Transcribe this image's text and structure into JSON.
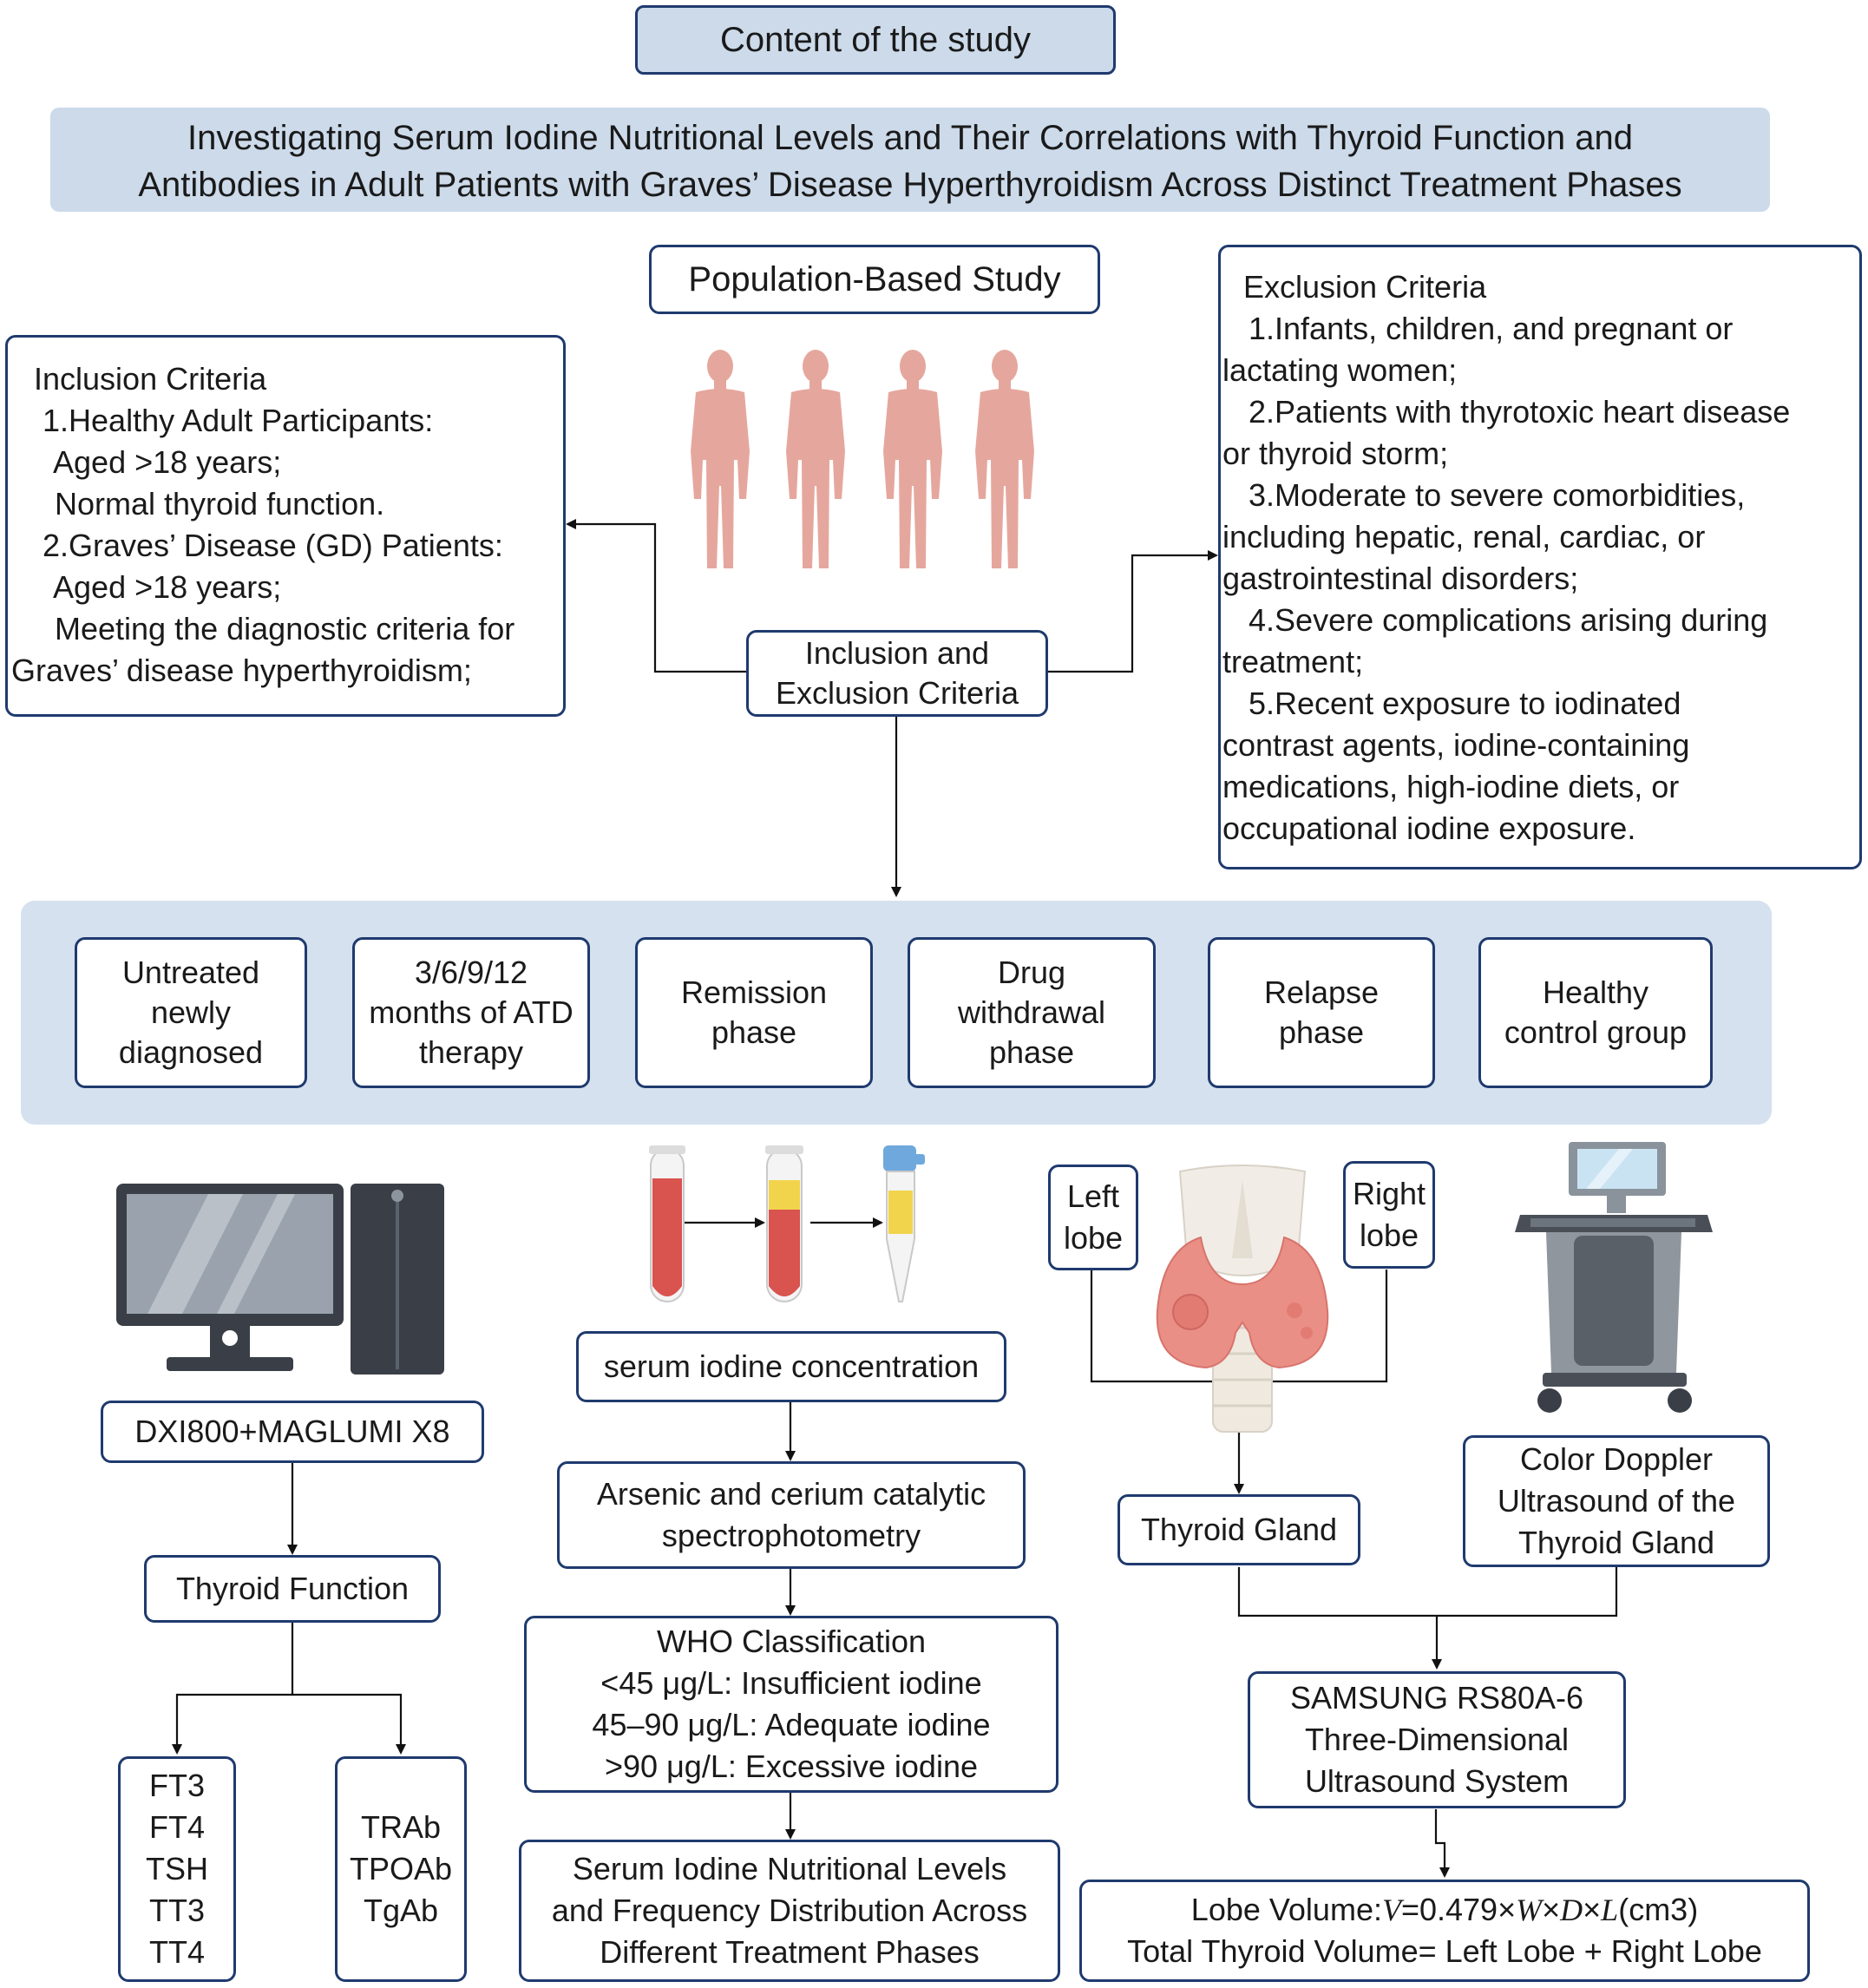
{
  "title": "Content of the study",
  "main_heading": [
    "Investigating Serum Iodine Nutritional Levels and Their Correlations with Thyroid Function and",
    "Antibodies in Adult Patients with Graves’ Disease Hyperthyroidism Across Distinct Treatment Phases"
  ],
  "population_label": "Population-Based Study",
  "criteria_center": [
    "Inclusion and",
    "Exclusion Criteria"
  ],
  "inclusion": {
    "heading": "Inclusion Criteria",
    "lines": [
      " 1.Healthy Adult Participants:",
      "  Aged >18 years;",
      "  Normal thyroid function.",
      " 2.Graves’ Disease (GD) Patients:",
      "  Aged >18 years;",
      "  Meeting the diagnostic criteria for",
      "Graves’ disease hyperthyroidism;"
    ]
  },
  "exclusion": {
    "heading": "Exclusion Criteria",
    "lines": [
      "   1.Infants, children, and pregnant or",
      "lactating women;",
      "   2.Patients with thyrotoxic heart disease",
      "or thyroid storm;",
      "   3.Moderate to severe comorbidities,",
      "including hepatic, renal, cardiac, or",
      "gastrointestinal disorders;",
      "   4.Severe complications arising during",
      "treatment;",
      "   5.Recent exposure to iodinated",
      "contrast agents, iodine-containing",
      "medications, high-iodine diets, or",
      "occupational iodine exposure."
    ]
  },
  "groups": [
    [
      "Untreated",
      "newly",
      "diagnosed"
    ],
    [
      "3/6/9/12",
      "months of ATD",
      "therapy"
    ],
    [
      "Remission",
      "phase"
    ],
    [
      "Drug",
      "withdrawal",
      "phase"
    ],
    [
      "Relapse",
      "phase"
    ],
    [
      "Healthy",
      "control group"
    ]
  ],
  "instrument": "DXI800+MAGLUMI X8",
  "thyroid_function": "Thyroid Function",
  "hormones": [
    "FT3",
    "FT4",
    "TSH",
    "TT3",
    "TT4"
  ],
  "antibodies": [
    "TRAb",
    "TPOAb",
    "TgAb"
  ],
  "serum_iodine": "serum iodine concentration",
  "method": [
    "Arsenic and cerium catalytic",
    "spectrophotometry"
  ],
  "who": {
    "heading": "WHO Classification",
    "lines": [
      "<45 μg/L: Insufficient iodine",
      "45–90 μg/L: Adequate iodine",
      ">90 μg/L: Excessive iodine"
    ]
  },
  "serum_result": [
    "Serum Iodine Nutritional Levels",
    "and Frequency Distribution Across",
    "Different Treatment Phases"
  ],
  "left_lobe": [
    "Left",
    "lobe"
  ],
  "right_lobe": [
    "Right",
    "lobe"
  ],
  "thyroid_gland": "Thyroid Gland",
  "doppler": [
    "Color Doppler",
    "Ultrasound of the",
    "Thyroid Gland"
  ],
  "samsung": [
    "SAMSUNG RS80A-6",
    "Three-Dimensional",
    "Ultrasound System"
  ],
  "volume": {
    "line1_prefix": "Lobe Volume:",
    "formula_v": "V",
    "formula_mid": "=0.479×",
    "formula_w": "W",
    "times1": "×",
    "formula_d": "D",
    "times2": "×",
    "formula_l": "L",
    "unit": "(cm3)",
    "line2": "Total Thyroid Volume= Left Lobe + Right Lobe"
  },
  "colors": {
    "box_border": "#1f3a6e",
    "band_fill": "#d5e1ee",
    "body_skin": "#e8aaa0",
    "blood": "#d9534f",
    "serum": "#f2d44c"
  }
}
